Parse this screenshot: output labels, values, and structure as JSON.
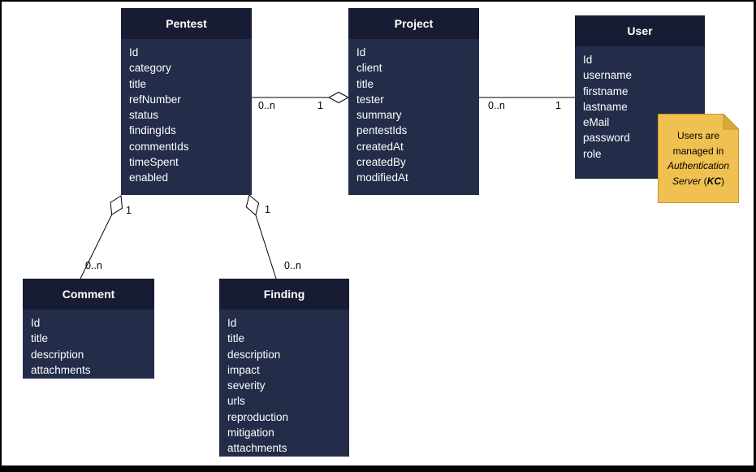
{
  "diagram": {
    "entities": [
      {
        "name": "Pentest",
        "fields": [
          "Id",
          "category",
          "title",
          "refNumber",
          "status",
          "findingIds",
          "commentIds",
          "timeSpent",
          "enabled"
        ]
      },
      {
        "name": "Project",
        "fields": [
          "Id",
          "client",
          "title",
          "tester",
          "summary",
          "pentestIds",
          "createdAt",
          "createdBy",
          "modifiedAt"
        ]
      },
      {
        "name": "User",
        "fields": [
          "Id",
          "username",
          "firstname",
          "lastname",
          "eMail",
          "password",
          "role"
        ]
      },
      {
        "name": "Comment",
        "fields": [
          "Id",
          "title",
          "description",
          "attachments"
        ]
      },
      {
        "name": "Finding",
        "fields": [
          "Id",
          "title",
          "description",
          "impact",
          "severity",
          "urls",
          "reproduction",
          "mitigation",
          "attachments"
        ]
      }
    ],
    "relationships": [
      {
        "from": "Pentest",
        "to": "Project",
        "from_label": "0..n",
        "to_label": "1",
        "type": "aggregation"
      },
      {
        "from": "Project",
        "to": "User",
        "from_label": "0..n",
        "to_label": "1",
        "type": "association"
      },
      {
        "from": "Pentest",
        "to": "Comment",
        "from_label": "1",
        "to_label": "0..n",
        "type": "aggregation"
      },
      {
        "from": "Pentest",
        "to": "Finding",
        "from_label": "1",
        "to_label": "0..n",
        "type": "aggregation"
      }
    ],
    "note": {
      "lines": [
        [
          {
            "t": "Users are"
          }
        ],
        [
          {
            "t": "managed in"
          }
        ],
        [
          {
            "t": "Authentication",
            "i": true
          }
        ],
        [
          {
            "t": "Server ",
            "i": true
          },
          {
            "t": "("
          },
          {
            "t": "KC",
            "i": true,
            "b": true
          },
          {
            "t": ")"
          }
        ]
      ]
    },
    "colors": {
      "entity_header": "#171B33",
      "entity_body": "#232C48",
      "entity_text": "#FFFFFF",
      "connector": "#000000",
      "note_fill": "#F0C150",
      "note_border": "#C79330",
      "note_fold": "#D9A93E",
      "canvas": "#FFFFFF"
    }
  }
}
